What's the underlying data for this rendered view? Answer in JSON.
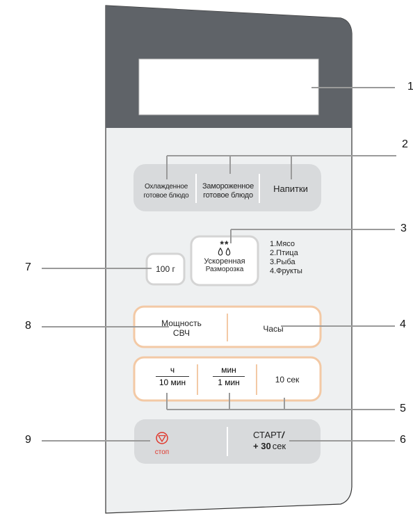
{
  "callouts": [
    "1",
    "2",
    "3",
    "4",
    "5",
    "6",
    "7",
    "8",
    "9"
  ],
  "buttons": {
    "chilled_meal": {
      "line1": "Охлажденное",
      "line2": "готовое блюдо"
    },
    "frozen_meal": {
      "line1": "Замороженное",
      "line2": "готовое блюдо"
    },
    "drinks": "Напитки",
    "weight_100g": "100 г",
    "defrost": {
      "icon_top": "**",
      "icon_bottom": "ὀὀ",
      "line1": "Ускоренная",
      "line2": "Разморозка"
    },
    "microwave_power": {
      "line1": "Мощность",
      "line2": "СВЧ"
    },
    "clock": "Часы",
    "hour_10min": {
      "num": "ч",
      "den": "10 мин"
    },
    "min_1min": {
      "num": "мин",
      "den": "1 мин"
    },
    "sec_10": "10 сек",
    "stop": "стоп",
    "start": {
      "line1": "СТАРТ",
      "slash": "/",
      "plus": "+",
      "seconds": "30",
      "unit": "сек"
    }
  },
  "defrost_list": [
    "1.Мясо",
    "2.Птица",
    "3.Рыба",
    "4.Фрукты"
  ],
  "colors": {
    "panel_top": "#5f6368",
    "panel_body": "#eef0f1",
    "display": "#ffffff",
    "button_gray": "#d8dadc",
    "orange_outline": "#f3c9a5",
    "leader_line": "#9a9a9a",
    "stop_red": "#e0382d"
  }
}
